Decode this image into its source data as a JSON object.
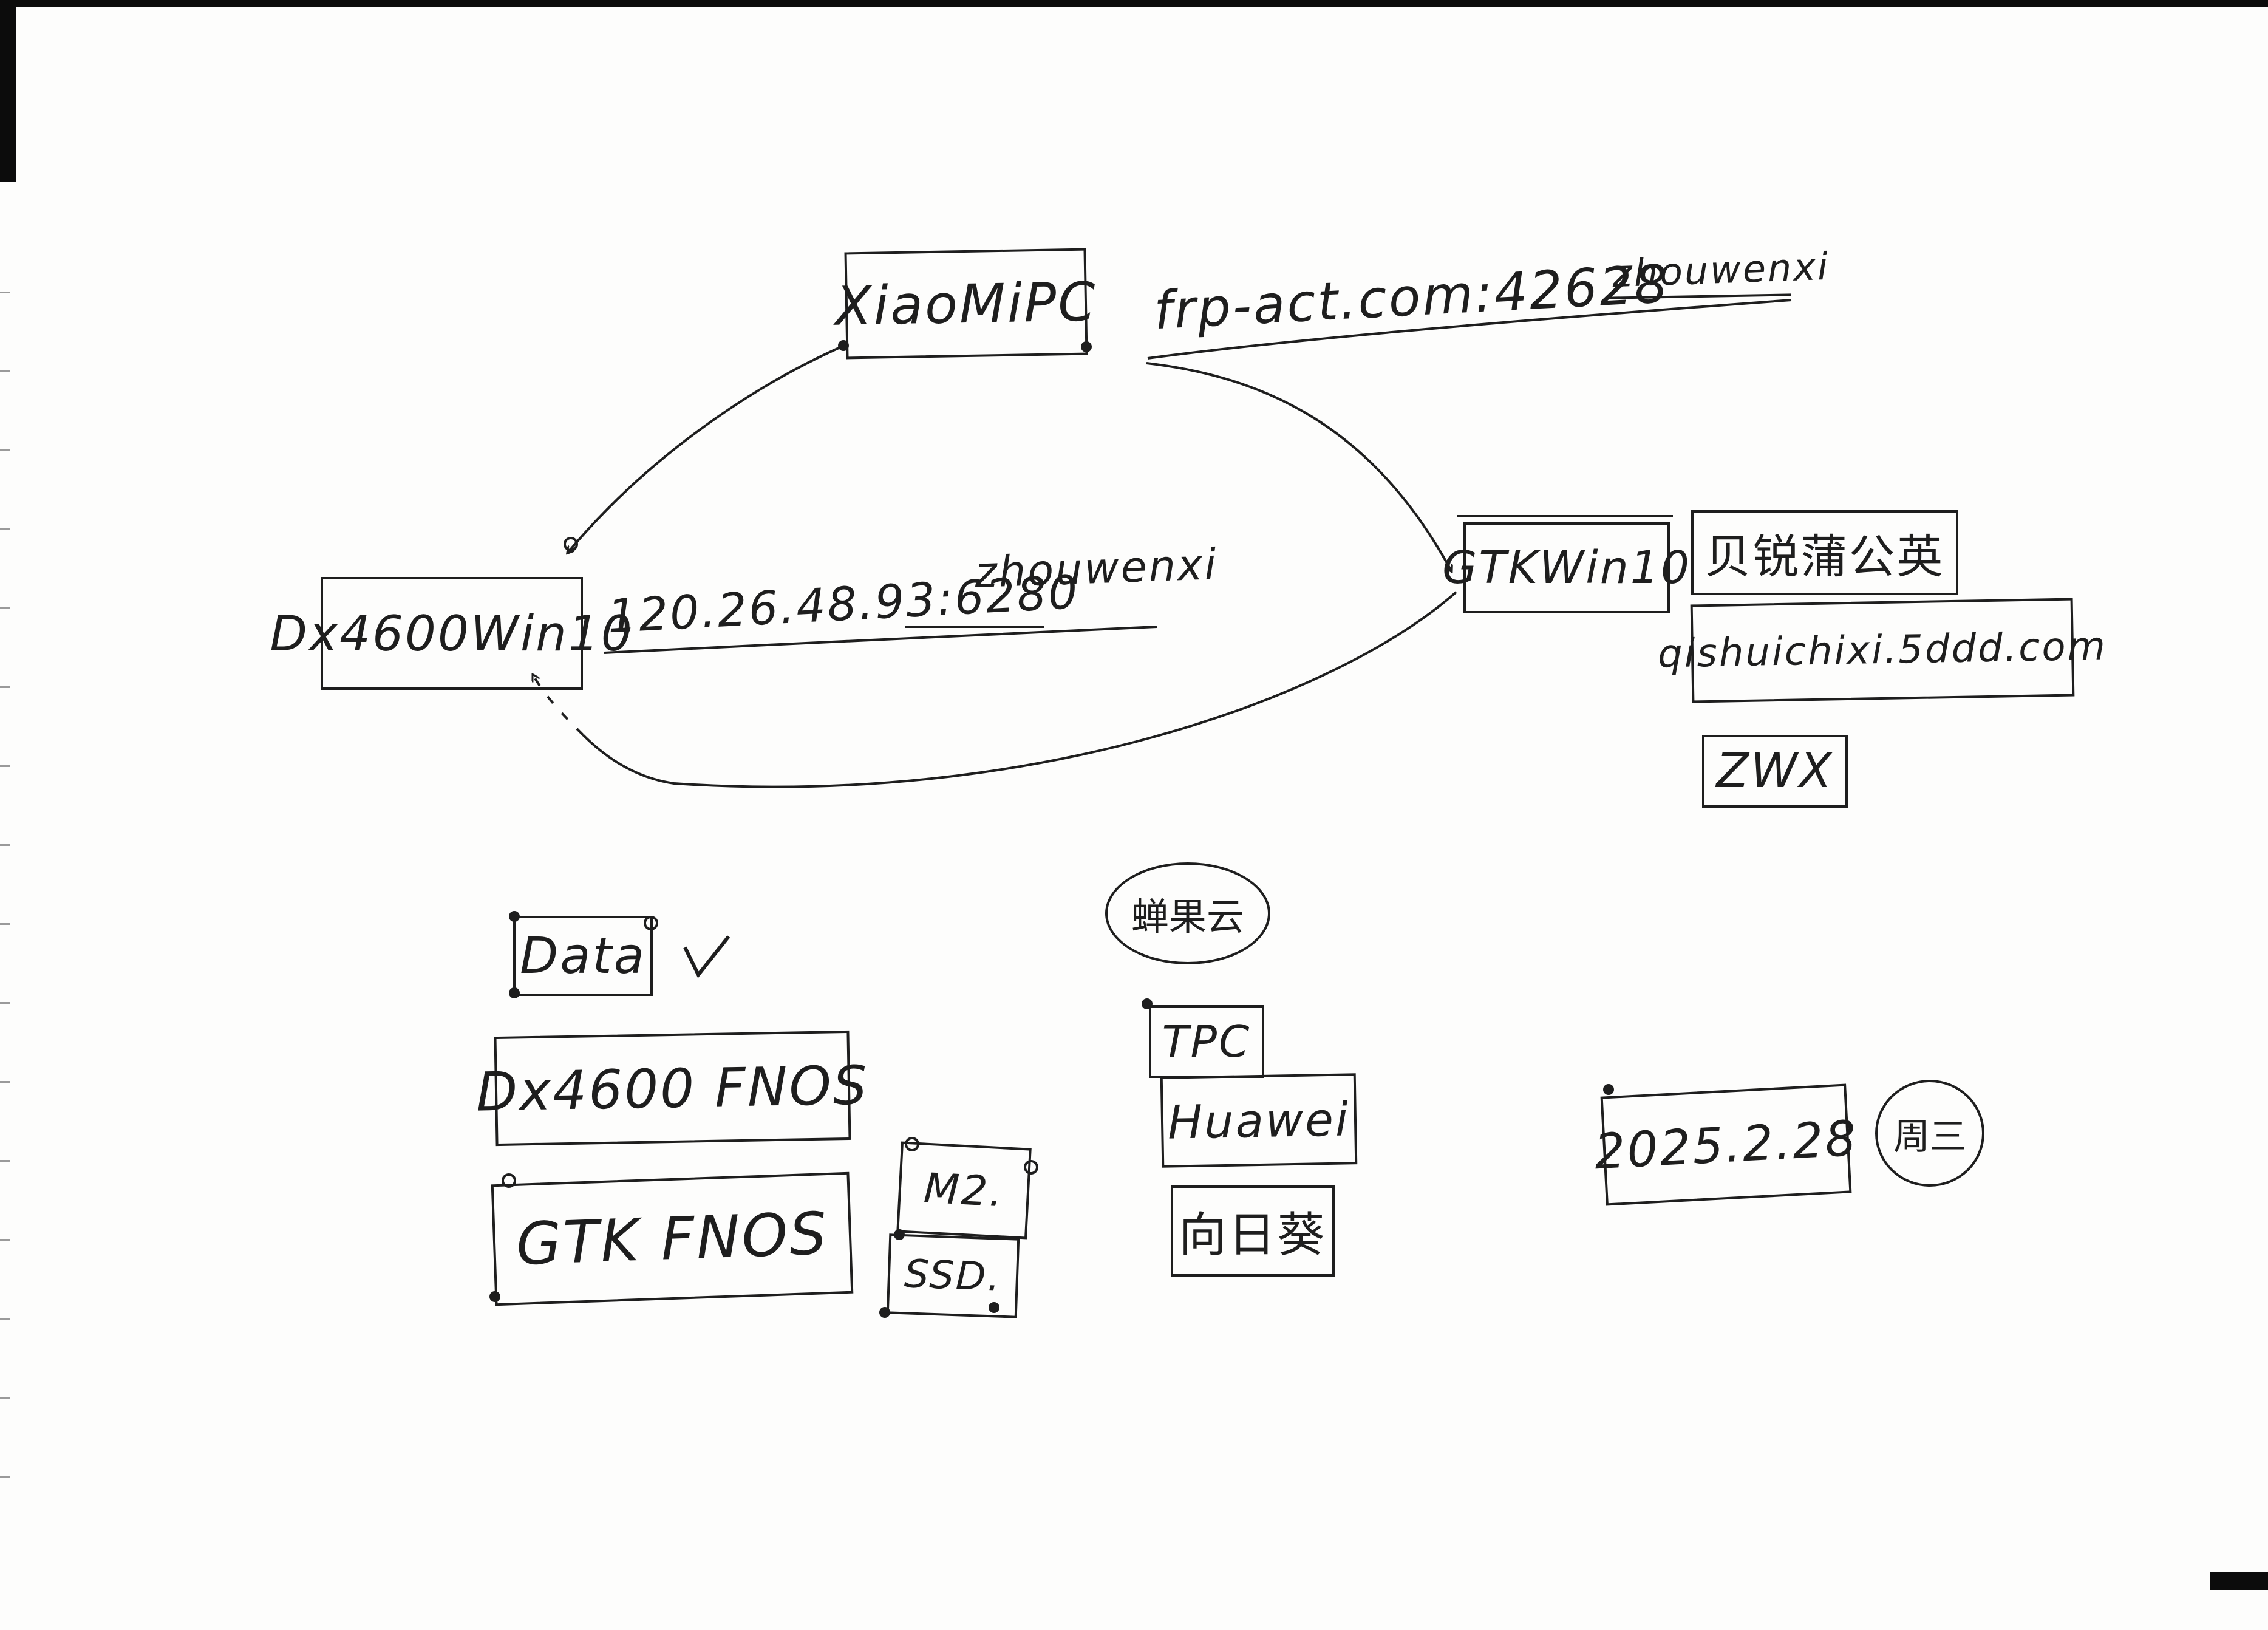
{
  "nodes": {
    "xiaomipc": "XiaoMiPC",
    "dx4600win10": "Dx4600Win10",
    "gtkwin10": "GTKWin10",
    "data": "Data",
    "dx4600_fnos": "Dx4600 FNOS",
    "gtk_fnos": "GTK FNOS",
    "m2": "M2.",
    "ssd": "SSD.",
    "tpc": "TPC",
    "huawei": "Huawei",
    "xiangniu": "向日葵",
    "date": "2025.2.28",
    "weekday": "周三"
  },
  "annotations": {
    "frp_address": "frp-act.com:42628",
    "frp_user": "zhouwenxi",
    "ip_address": "120.26.48.93:6280",
    "ip_user": "zhouwenxi",
    "gtk_label_cn": "贝锐蒲公英",
    "gtk_domain": "qishuichixi.5ddd.com",
    "gtk_user": "ZWX",
    "check_mark": "✓",
    "cloud_label": "蝉果云"
  },
  "colors": {
    "ink": "#1e1e1e",
    "paper": "#fdfdfc"
  }
}
